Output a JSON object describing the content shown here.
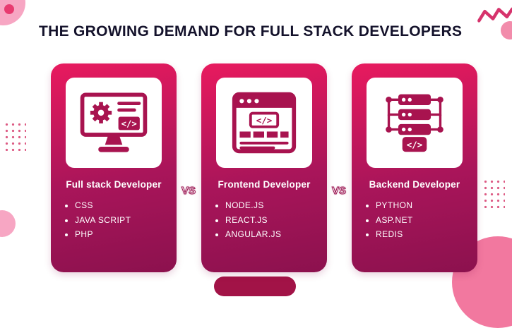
{
  "title": "THE GROWING DEMAND FOR FULL STACK DEVELOPERS",
  "vs_label": "VS",
  "icon_code_glyph": "</>",
  "cards": [
    {
      "title": "Full stack Developer",
      "icon": "fullstack-monitor-icon",
      "items": [
        "CSS",
        "JAVA SCRIPT",
        "PHP"
      ]
    },
    {
      "title": "Frontend Developer",
      "icon": "frontend-browser-icon",
      "items": [
        "NODE.JS",
        "REACT.JS",
        "ANGULAR.JS"
      ]
    },
    {
      "title": "Backend Developer",
      "icon": "backend-server-icon",
      "items": [
        "PYTHON",
        "ASP.NET",
        "REDIS"
      ]
    }
  ],
  "colors": {
    "card_gradient_top": "#E81A5E",
    "card_gradient_bottom": "#8C114E",
    "icon_crimson": "#A8134F",
    "accent_pink": "#F2789F",
    "light_pink": "#F7A6C3",
    "title_text": "#14122B",
    "bottom_bar": "#A21347",
    "squiggle": "#D6336C"
  }
}
